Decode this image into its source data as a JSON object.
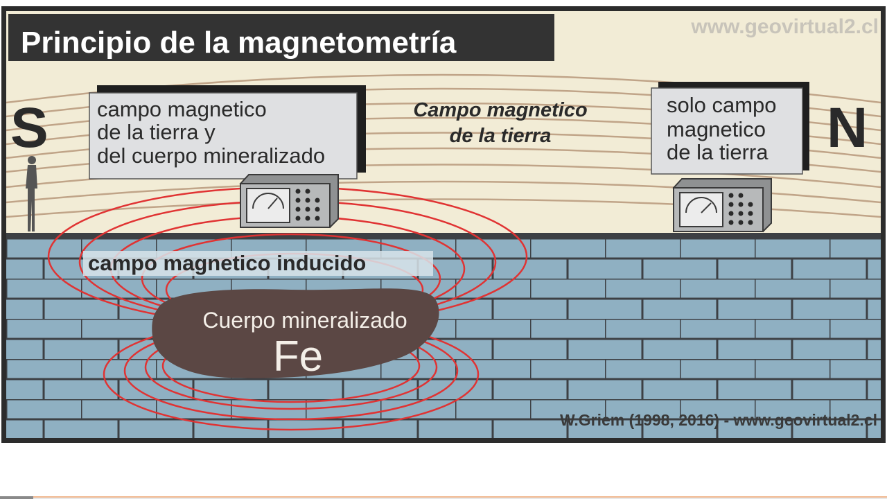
{
  "diagram": {
    "title": "Principio de la magnetometría",
    "watermark": "www.geovirtual2.cl",
    "pole_south": "S",
    "pole_north": "N",
    "box_left_lines": [
      "campo magnetico",
      "de la tierra y",
      "del cuerpo mineralizado"
    ],
    "earth_field_lines": [
      "Campo magnetico",
      "de la tierra"
    ],
    "box_right_lines": [
      "solo campo",
      "magnetico",
      "de la tierra"
    ],
    "induced_label": "campo magnetico inducido",
    "ore_body_label": "Cuerpo mineralizado",
    "ore_body_symbol": "Fe",
    "credit": "W.Griem (1998, 2016) - www.geovirtual2.cl"
  },
  "colors": {
    "sky": "#f2ecd6",
    "earth_field_line": "#c0a488",
    "ground": "#8fb0c2",
    "brick_mortar": "#3d4044",
    "frame": "#2c2c2c",
    "title_bg": "#333333",
    "title_text": "#ffffff",
    "box_fill": "#dfe0e2",
    "box_shadow": "#1f1f1f",
    "induced_field": "#e03333",
    "ore_body": "#5b4744",
    "ore_text": "#f4efe8",
    "watermark": "#c8c4ba",
    "instrument_body": "#b7b9ba"
  }
}
